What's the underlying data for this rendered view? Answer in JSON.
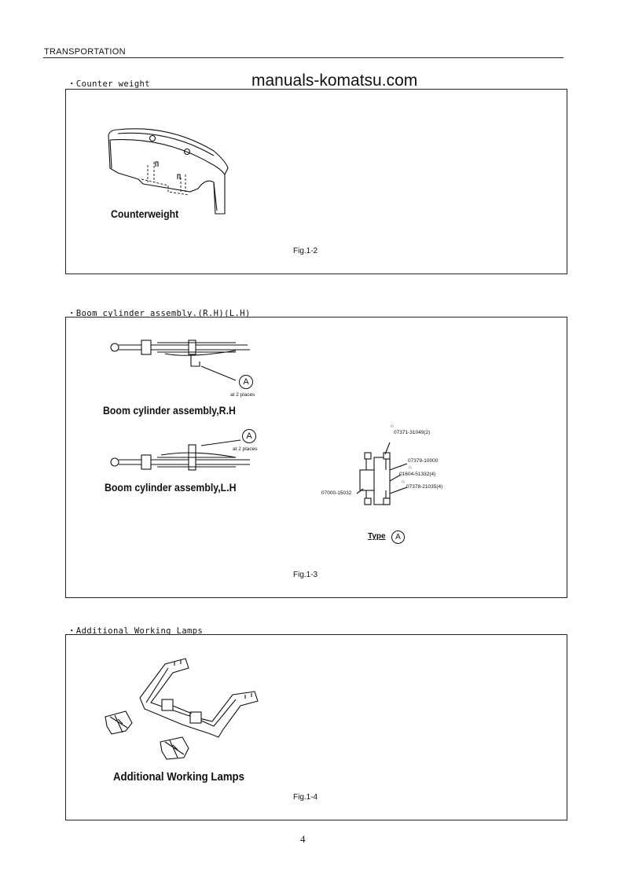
{
  "header": {
    "title": "TRANSPORTATION"
  },
  "watermark": "manuals-komatsu.com",
  "sections": {
    "counterweight": {
      "title": "・Counter weight",
      "part_label": "Counterweight",
      "figure": "Fig.1-2"
    },
    "boom_cylinder": {
      "title": "・Boom cylinder assembly.(R.H)(L.H)",
      "rh_label": "Boom cylinder assembly,R.H",
      "lh_label": "Boom cylinder assembly,L.H",
      "callout_letter": "A",
      "places_note": "at 2 places",
      "type_label": "Type",
      "parts": [
        "07371-31049(2)",
        "07379-10000",
        "01604-51332(4)",
        "07378-21035(4)",
        "07000-15032"
      ],
      "figure": "Fig.1-3"
    },
    "working_lamps": {
      "title": "・Additional Working Lamps",
      "part_label": "Additional Working Lamps",
      "figure": "Fig.1-4"
    }
  },
  "page_number": "4"
}
